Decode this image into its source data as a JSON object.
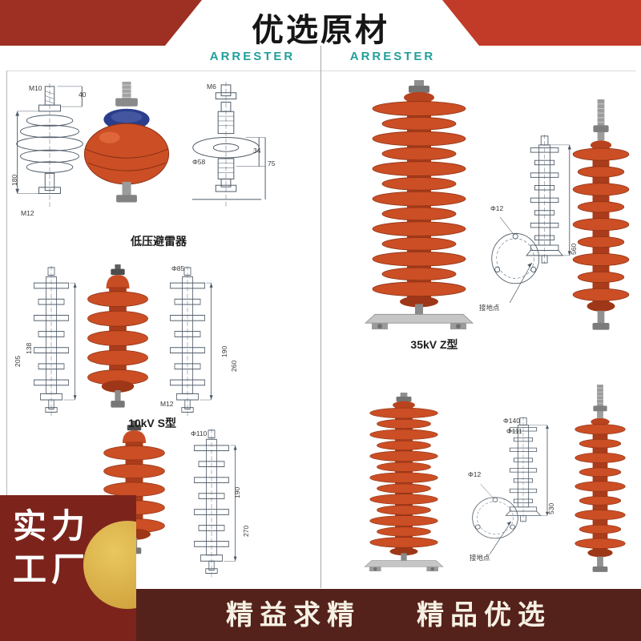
{
  "header": {
    "title": "优选原材"
  },
  "columns": {
    "left_heading": "ARRESTER",
    "right_heading": "ARRESTER"
  },
  "labels": {
    "lv": "低压避雷器",
    "s10": "10kV  S型",
    "z35": "35kV  Z型"
  },
  "dims": {
    "tl_top": "M10",
    "tl_right": "40",
    "tl_left": "180",
    "tl_bottom": "M12",
    "tr_top": "M6",
    "tr_d1": "34",
    "tr_d2": "75",
    "tr_disc": "Φ58",
    "ml_d1": "138",
    "ml_d2": "205",
    "mr_top": "Φ85",
    "mr_d1": "190",
    "mr_d2": "260",
    "mr_bottom": "M12",
    "bl_top": "Φ110",
    "bl_d1": "190",
    "bl_d2": "270",
    "rz_hole": "Φ12",
    "rz_height": "560",
    "rz_ground": "接地点",
    "rb_top": "Φ140",
    "rb_mid": "Φ111",
    "rb_hole": "Φ12",
    "rb_height": "530",
    "rb_ground": "接地点"
  },
  "footer": {
    "factory_line1": "实力",
    "factory_line2": "工厂",
    "slogan_left": "精益求精",
    "slogan_right": "精品优选"
  },
  "colors": {
    "accent_teal": "#21a09b",
    "arrester_orange": "#cb4e25",
    "header_left_red": "#9e2f23",
    "header_right_red": "#c23a28",
    "factory_block_red": "#7c241c",
    "banner_brown": "#54221a",
    "gold": "#d8ab42"
  }
}
